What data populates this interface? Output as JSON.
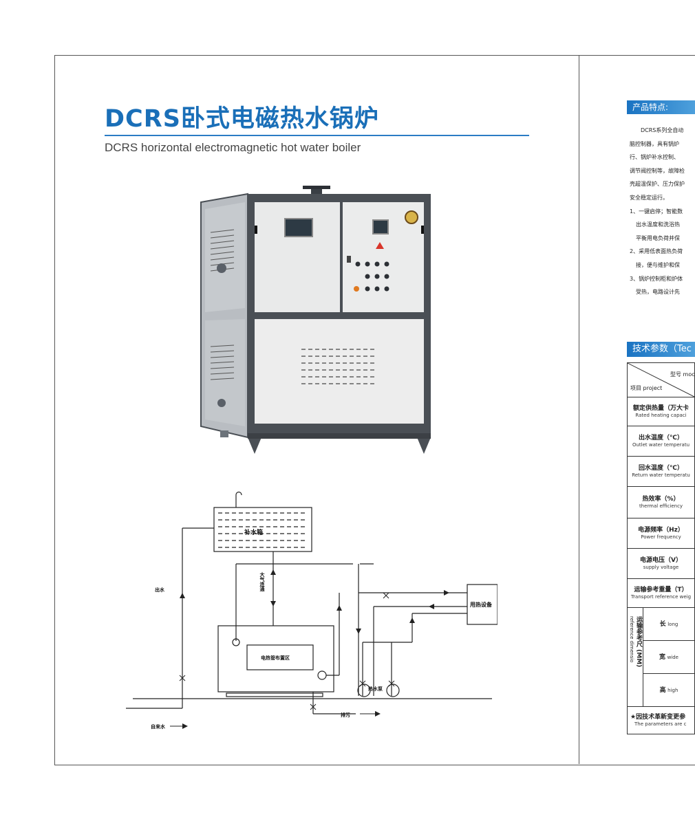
{
  "header": {
    "title": "DCRS卧式电磁热水锅炉",
    "subtitle": "DCRS horizontal electromagnetic hot water boiler"
  },
  "diagram": {
    "tank_label": "补水箱",
    "vent_label": "大气连通",
    "outlet_label": "出水",
    "heat_equipment_label": "用热设备",
    "heating_area_label": "电热管布置区",
    "pump_label": "热水泵",
    "tap_water_label": "自来水",
    "drain_label": "排污"
  },
  "features": {
    "heading": "产品特点:",
    "lines": [
      "DCRS系列全自动",
      "脑控制器，具有锅炉",
      "行、锅炉补水控制、",
      "调节阀控制等，故障检",
      "壳超温保护、压力保护",
      "安全稳定运行。",
      "1、一键启停；智能数",
      "出水温度和洗浴热",
      "平衡用电负荷并保",
      "2、采用低表面热负荷",
      "接，便与维护和保",
      "3、锅炉控制柜和炉体",
      "受热，电路设计先"
    ]
  },
  "tech": {
    "heading": "技术参数（Tec",
    "corner_model": "型号 moc",
    "corner_project": "项目 project",
    "rows": [
      {
        "cn": "额定供热量（万大卡",
        "en": "Rated heating capaci"
      },
      {
        "cn": "出水温度（℃）",
        "en": "Outlet water temperatu"
      },
      {
        "cn": "回水温度（℃）",
        "en": "Return water temperatu"
      },
      {
        "cn": "热效率（%）",
        "en": "thermal efficiency"
      },
      {
        "cn": "电源频率（Hz）",
        "en": "Power frequency"
      },
      {
        "cn": "电源电压（V）",
        "en": "supply voltage"
      },
      {
        "cn": "运输参考重量（T）",
        "en": "Transport reference weig"
      }
    ],
    "dim_group_label": "运输参考尺 (MM)",
    "dim_group_label_en": "reference dimensio",
    "dims": [
      {
        "cn": "长",
        "en": "long"
      },
      {
        "cn": "宽",
        "en": "wide"
      },
      {
        "cn": "高",
        "en": "high"
      }
    ],
    "note_cn": "★因技术革新变更参",
    "note_en": "The parameters are c"
  }
}
